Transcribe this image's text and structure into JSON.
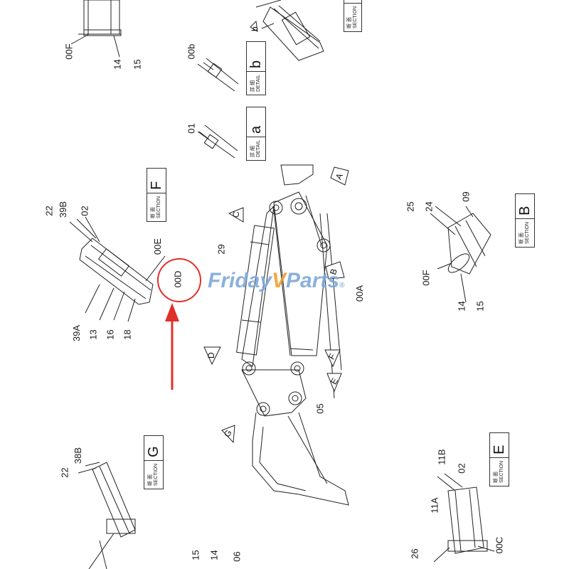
{
  "watermark": {
    "brand": "Friday",
    "accent": "V",
    "suffix": "Parts",
    "reg": "®"
  },
  "colors": {
    "line": "#222222",
    "highlight": "#e0302a",
    "watermark": "#7fa8d8"
  },
  "callouts": {
    "c_00F_top": "00F",
    "c_14_top": "14",
    "c_15_top": "15",
    "c_00b": "00b",
    "c_01": "01",
    "c_22_f": "22",
    "c_39B": "39B",
    "c_02_f": "02",
    "c_00E": "00E",
    "c_00D": "00D",
    "c_39A": "39A",
    "c_13": "13",
    "c_16": "16",
    "c_18": "18",
    "c_29": "29",
    "c_00A": "00A",
    "c_05": "05",
    "c_25": "25",
    "c_24": "24",
    "c_09": "09",
    "c_00F_b": "00F",
    "c_14_b": "14",
    "c_15_b": "15",
    "c_22_g": "22",
    "c_38B": "38B",
    "c_15_bot": "15",
    "c_14_bot": "14",
    "c_06": "06",
    "c_11B": "11B",
    "c_02_e": "02",
    "c_11A": "11A",
    "c_26": "26",
    "c_00C": "00C"
  },
  "section_boxes": {
    "top": {
      "kanji": "断 面",
      "word": "SECTION",
      "letter": ""
    },
    "b_detail": {
      "kanji": "詳 細",
      "word": "DETAIL",
      "letter": "b"
    },
    "a_detail": {
      "kanji": "詳 細",
      "word": "DETAIL",
      "letter": "a"
    },
    "F": {
      "kanji": "断 面",
      "word": "SECTION",
      "letter": "F"
    },
    "B": {
      "kanji": "断 面",
      "word": "SECTION",
      "letter": "B"
    },
    "G": {
      "kanji": "断 面",
      "word": "SECTION",
      "letter": "G"
    },
    "E": {
      "kanji": "断 面",
      "word": "SECTION",
      "letter": "E"
    }
  },
  "view_markers": {
    "A": "A",
    "B": "B",
    "C": "C",
    "D": "D",
    "E": "E",
    "F": "F",
    "G": "G",
    "b": "b"
  }
}
